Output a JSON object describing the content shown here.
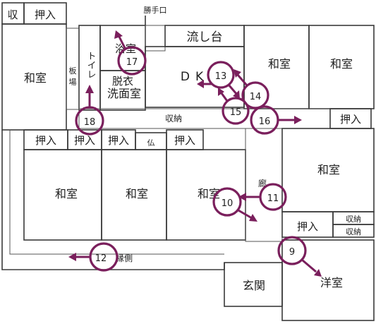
{
  "rooms": {
    "shu": "収",
    "oshiire_top": "押入",
    "katteguchi": "勝手口",
    "nagashidai": "流し台",
    "washitsu_left": "和室",
    "toilet": "トイレ",
    "ita": "板",
    "ba": "場",
    "yokushitsu": "浴室",
    "datsui": "脱衣",
    "senmenshitsu": "洗面室",
    "dk": "DK",
    "washitsu_ne1": "和室",
    "washitsu_ne2": "和室",
    "shuno_mid": "収納",
    "oshiire_right": "押入",
    "oshiire_a": "押入",
    "oshiire_b": "押入",
    "oshiire_c": "押入",
    "butsu": "仏",
    "oshiire_d": "押入",
    "washitsu_s1": "和室",
    "washitsu_s2": "和室",
    "washitsu_s3": "和室",
    "ro": "廊",
    "washitsu_e": "和室",
    "oshiire_e": "押入",
    "shuno_e1": "収納",
    "shuno_e2": "収納",
    "engawa": "縁側",
    "genkan": "玄関",
    "yoshitsu": "洋室"
  },
  "markers": [
    {
      "id": "m17",
      "label": "17"
    },
    {
      "id": "m13",
      "label": "13"
    },
    {
      "id": "m14",
      "label": "14"
    },
    {
      "id": "m15",
      "label": "15"
    },
    {
      "id": "m16",
      "label": "16"
    },
    {
      "id": "m18",
      "label": "18"
    },
    {
      "id": "m10",
      "label": "10"
    },
    {
      "id": "m11",
      "label": "11"
    },
    {
      "id": "m12",
      "label": "12"
    },
    {
      "id": "m9",
      "label": "9"
    }
  ],
  "colors": {
    "marker": "#7a1f5c",
    "wall": "#3a3a3a"
  }
}
